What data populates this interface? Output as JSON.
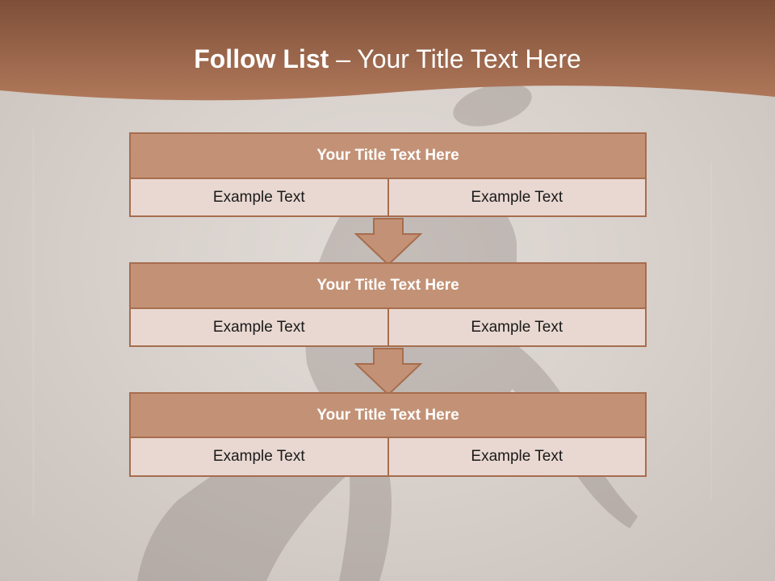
{
  "title": {
    "strong": "Follow List",
    "dash": " – ",
    "rest": "Your Title Text Here"
  },
  "colors": {
    "header": "#a66d4e",
    "box_title": "#c39276",
    "box_body": "#e9d8d1",
    "border": "#a66d4e"
  },
  "blocks": [
    {
      "title": "Your Title Text Here",
      "left": "Example Text",
      "right": "Example Text"
    },
    {
      "title": "Your Title Text Here",
      "left": "Example Text",
      "right": "Example Text"
    },
    {
      "title": "Your Title Text Here",
      "left": "Example Text",
      "right": "Example Text"
    }
  ]
}
